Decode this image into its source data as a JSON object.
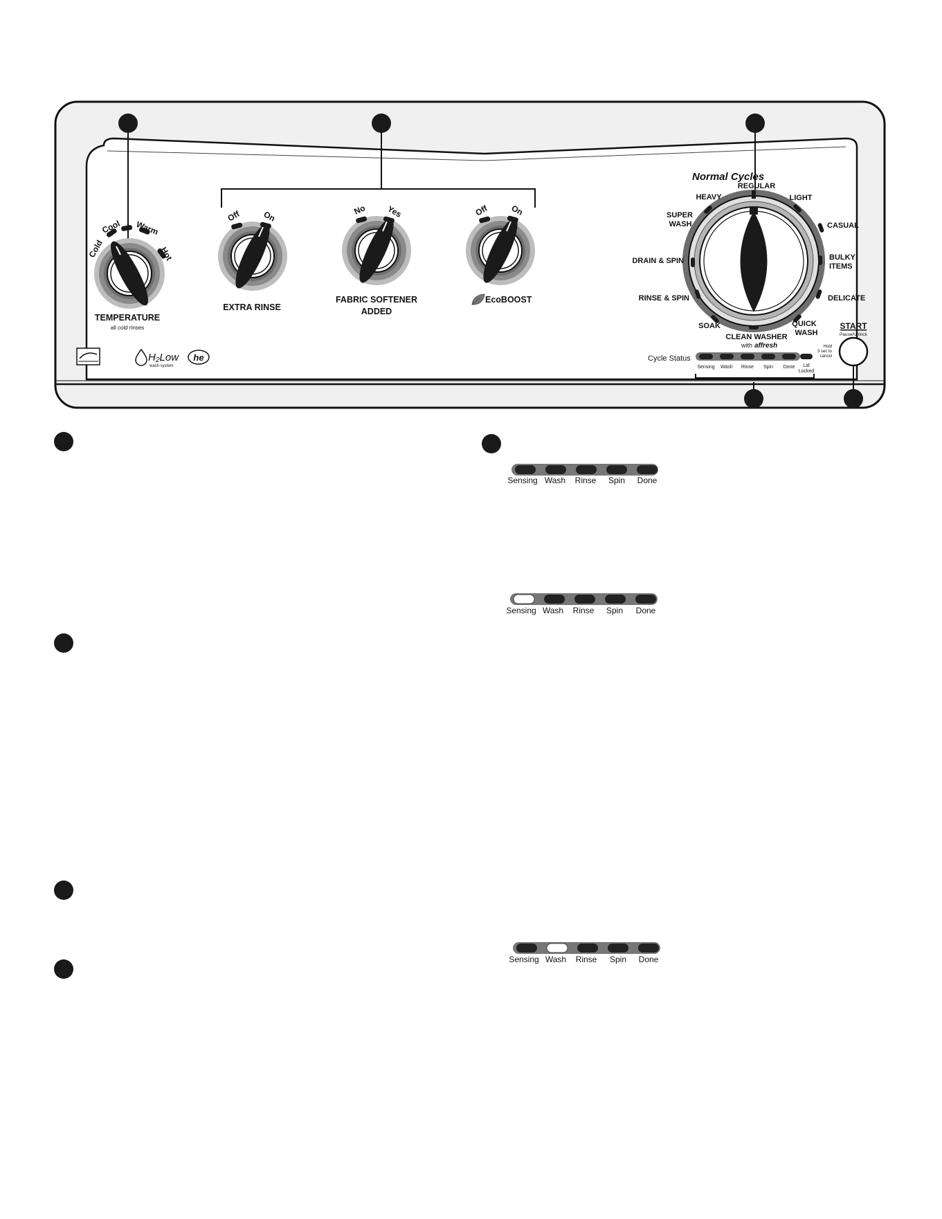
{
  "panel": {
    "temperature": {
      "label": "TEMPERATURE",
      "sublabel": "all cold rinses",
      "settings": [
        "Cold",
        "Cool",
        "Warm",
        "Hot"
      ]
    },
    "options": [
      {
        "label": "EXTRA RINSE",
        "settings": [
          "Off",
          "On"
        ]
      },
      {
        "label_line1": "FABRIC SOFTENER",
        "label_line2": "ADDED",
        "settings": [
          "No",
          "Yes"
        ]
      },
      {
        "label": "EcoBOOST",
        "settings": [
          "Off",
          "On"
        ]
      }
    ],
    "cycles": {
      "title": "Normal Cycles",
      "regular": "REGULAR",
      "heavy": "HEAVY",
      "light": "LIGHT",
      "super_wash": [
        "SUPER",
        "WASH"
      ],
      "casual": "CASUAL",
      "drain_spin": "DRAIN & SPIN",
      "bulky_items": [
        "BULKY",
        "ITEMS"
      ],
      "rinse_spin": "RINSE & SPIN",
      "delicate": "DELICATE",
      "soak": "SOAK",
      "quick_wash": [
        "QUICK",
        "WASH"
      ],
      "clean_washer": "CLEAN WASHER",
      "clean_washer_with": "with",
      "clean_washer_brand": "affresh"
    },
    "cycle_status": {
      "label": "Cycle Status",
      "lights": [
        "Sensing",
        "Wash",
        "Rinse",
        "Spin",
        "Done"
      ],
      "lid_locked": [
        "Lid",
        "Locked"
      ]
    },
    "start": {
      "label": "START",
      "sublabel": "Pause/Unlock",
      "hold_text": [
        "Hold",
        "3 sec to",
        "cancel"
      ]
    },
    "logos": {
      "h2low": "H₂Low",
      "h2low_sub": "wash system",
      "he": "he"
    }
  },
  "status_examples": [
    {
      "lights": [
        "Sensing",
        "Wash",
        "Rinse",
        "Spin",
        "Done"
      ],
      "lit": null
    },
    {
      "lights": [
        "Sensing",
        "Wash",
        "Rinse",
        "Spin",
        "Done"
      ],
      "lit": "Sensing"
    },
    {
      "lights": [
        "Sensing",
        "Wash",
        "Rinse",
        "Spin",
        "Done"
      ],
      "lit": "Wash"
    }
  ],
  "colors": {
    "panel_fill": "#f0f0f0",
    "dark": "#1a1a1a",
    "ring_light": "#bdbdbd",
    "ring_mid": "#8a8a8a",
    "ring_dark": "#6e6e6e",
    "led_off": "#222222",
    "led_on": "#ffffff",
    "strip": "#777777"
  }
}
